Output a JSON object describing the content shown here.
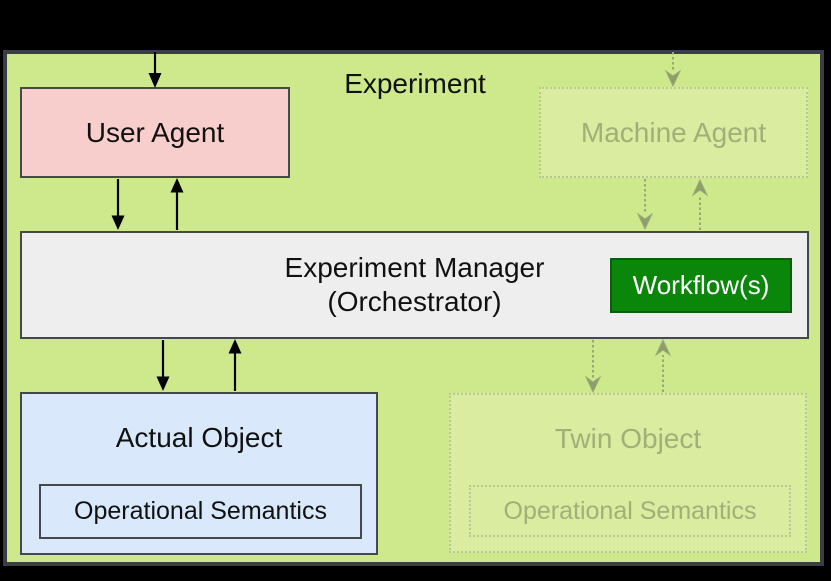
{
  "title": "Experiment",
  "nodes": {
    "user_agent": {
      "label": "User Agent",
      "faded": false
    },
    "machine_agent": {
      "label": "Machine Agent",
      "faded": true
    },
    "experiment_manager": {
      "label_line1": "Experiment Manager",
      "label_line2": "(Orchestrator)",
      "faded": false
    },
    "workflow": {
      "label": "Workflow(s)",
      "faded": false
    },
    "actual_object": {
      "label": "Actual Object",
      "faded": false,
      "inner": {
        "label": "Operational Semantics"
      }
    },
    "twin_object": {
      "label": "Twin Object",
      "faded": true,
      "inner": {
        "label": "Operational Semantics"
      }
    }
  },
  "edges": [
    {
      "from": "outside-top",
      "to": "user_agent",
      "style": "solid",
      "direction": "down"
    },
    {
      "from": "user_agent",
      "to": "experiment_manager",
      "style": "solid",
      "direction": "down"
    },
    {
      "from": "experiment_manager",
      "to": "user_agent",
      "style": "solid",
      "direction": "up"
    },
    {
      "from": "experiment_manager",
      "to": "actual_object",
      "style": "solid",
      "direction": "down"
    },
    {
      "from": "actual_object",
      "to": "experiment_manager",
      "style": "solid",
      "direction": "up"
    },
    {
      "from": "outside-top",
      "to": "machine_agent",
      "style": "dotted-faded",
      "direction": "down"
    },
    {
      "from": "machine_agent",
      "to": "experiment_manager",
      "style": "dotted-faded",
      "direction": "down"
    },
    {
      "from": "experiment_manager",
      "to": "machine_agent",
      "style": "dotted-faded",
      "direction": "up"
    },
    {
      "from": "experiment_manager",
      "to": "twin_object",
      "style": "dotted-faded",
      "direction": "down"
    },
    {
      "from": "twin_object",
      "to": "experiment_manager",
      "style": "dotted-faded",
      "direction": "up"
    }
  ],
  "colors": {
    "page_bg": "#000000",
    "diagram_bg": "#cde98c",
    "frame_border": "#383e44",
    "node_border": "#45494e",
    "text_color": "#111111",
    "user_agent_fill": "#f8cecc",
    "manager_fill": "#eeeeee",
    "workflow_fill": "#0a870a",
    "workflow_border": "#0e5c0e",
    "workflow_text": "#ffffff",
    "object_fill": "#dae8fc",
    "faded_fill": "#d9ec9f",
    "faded_border": "#b9c795",
    "faded_text": "#a1b078",
    "faded_arrow": "#98a878",
    "faded_arrow_head": "#8e9e68",
    "arrow_color": "#000000"
  }
}
